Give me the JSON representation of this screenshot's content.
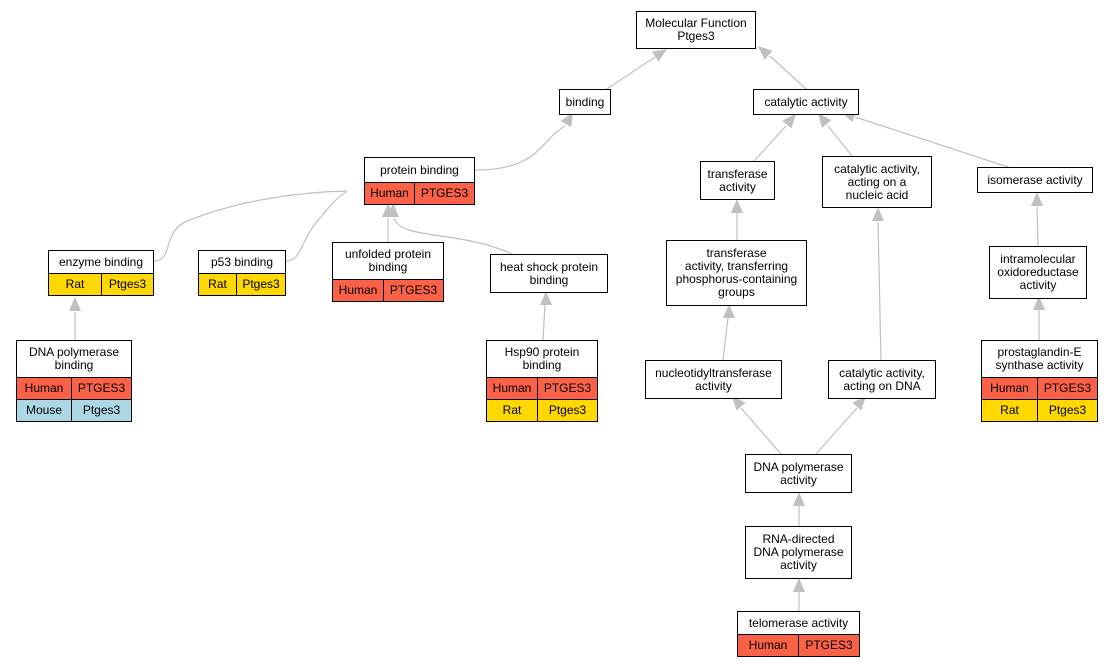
{
  "colors": {
    "human": "#fa6146",
    "rat": "#ffd800",
    "mouse": "#acd8e6",
    "edge": "#c0c0c0"
  },
  "nodes": {
    "root": {
      "label": "Molecular Function\nPtges3"
    },
    "binding": {
      "label": "binding"
    },
    "catalytic": {
      "label": "catalytic activity"
    },
    "protein_binding": {
      "label": "protein binding",
      "rows": [
        {
          "species": "Human",
          "gene": "PTGES3"
        }
      ]
    },
    "transferase": {
      "label": "transferase\nactivity"
    },
    "catalytic_nucleic": {
      "label": "catalytic activity,\nacting on a\nnucleic acid"
    },
    "isomerase": {
      "label": "isomerase activity"
    },
    "enzyme_binding": {
      "label": "enzyme binding",
      "rows": [
        {
          "species": "Rat",
          "gene": "Ptges3"
        }
      ]
    },
    "p53_binding": {
      "label": "p53 binding",
      "rows": [
        {
          "species": "Rat",
          "gene": "Ptges3"
        }
      ]
    },
    "unfolded_binding": {
      "label": "unfolded protein\nbinding",
      "rows": [
        {
          "species": "Human",
          "gene": "PTGES3"
        }
      ]
    },
    "hsp_binding": {
      "label": "heat shock protein\nbinding"
    },
    "transferase_phos": {
      "label": "transferase\nactivity, transferring\nphosphorus-containing\ngroups"
    },
    "intramolecular": {
      "label": "intramolecular\noxidoreductase\nactivity"
    },
    "dnapol_binding": {
      "label": "DNA polymerase\nbinding",
      "rows": [
        {
          "species": "Human",
          "gene": "PTGES3"
        },
        {
          "species": "Mouse",
          "gene": "Ptges3"
        }
      ]
    },
    "hsp90_binding": {
      "label": "Hsp90 protein\nbinding",
      "rows": [
        {
          "species": "Human",
          "gene": "PTGES3"
        },
        {
          "species": "Rat",
          "gene": "Ptges3"
        }
      ]
    },
    "nucleotidyl": {
      "label": "nucleotidyltransferase\nactivity"
    },
    "catalytic_dna": {
      "label": "catalytic activity,\nacting on DNA"
    },
    "pge_synthase": {
      "label": "prostaglandin-E\nsynthase activity",
      "rows": [
        {
          "species": "Human",
          "gene": "PTGES3"
        },
        {
          "species": "Rat",
          "gene": "Ptges3"
        }
      ]
    },
    "dnapol_activity": {
      "label": "DNA polymerase\nactivity"
    },
    "rna_directed": {
      "label": "RNA-directed\nDNA polymerase\nactivity"
    },
    "telomerase": {
      "label": "telomerase activity",
      "rows": [
        {
          "species": "Human",
          "gene": "PTGES3"
        }
      ]
    }
  }
}
